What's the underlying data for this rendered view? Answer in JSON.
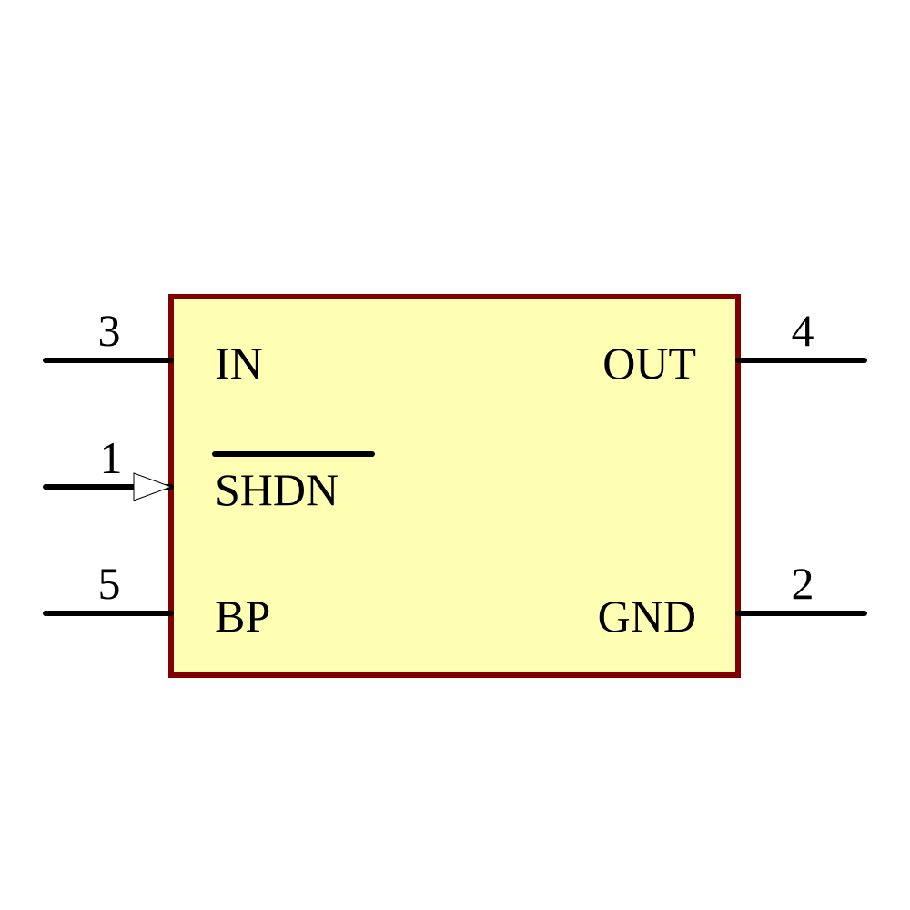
{
  "component": {
    "body_fill": "#ffffb4",
    "body_stroke": "#800000",
    "pin_color": "#000000"
  },
  "pins": {
    "left": [
      {
        "number": "3",
        "name": "IN"
      },
      {
        "number": "1",
        "name": "SHDN",
        "inverted": true,
        "clock": true
      },
      {
        "number": "5",
        "name": "BP"
      }
    ],
    "right": [
      {
        "number": "4",
        "name": "OUT"
      },
      {
        "number": "2",
        "name": "GND"
      }
    ]
  }
}
